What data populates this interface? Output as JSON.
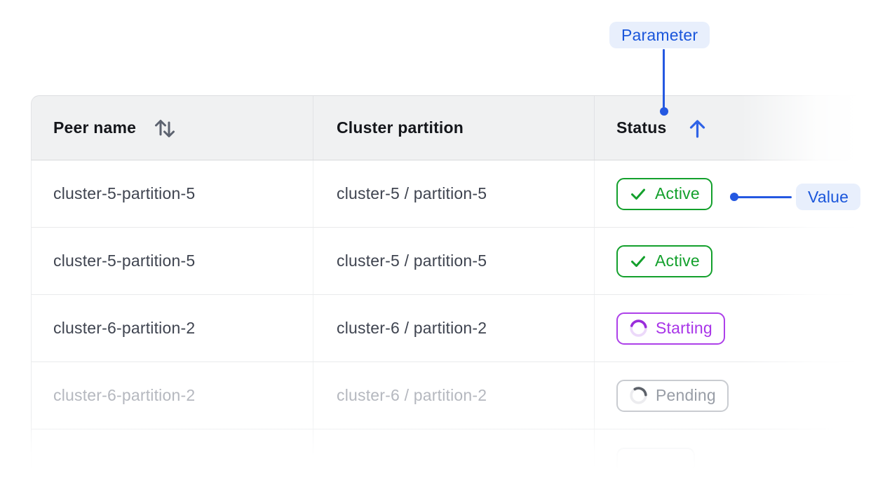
{
  "callouts": {
    "parameter": {
      "label": "Parameter"
    },
    "value": {
      "label": "Value"
    }
  },
  "colors": {
    "accent_blue": "#2458e1",
    "callout_bg": "#e8effc",
    "callout_text": "#1a56db",
    "active_green": "#13a02c",
    "starting_purple": "#a834e8",
    "pending_gray": "#989da6",
    "header_bg": "#f0f1f2"
  },
  "table": {
    "columns": [
      {
        "label": "Peer name",
        "sort_icon": "sort-up-down"
      },
      {
        "label": "Cluster partition",
        "sort_icon": null
      },
      {
        "label": "Status",
        "sort_icon": "sort-up"
      }
    ],
    "rows": [
      {
        "peer_name": "cluster-5-partition-5",
        "cluster_partition": "cluster-5 / partition-5",
        "status": "Active",
        "status_kind": "active",
        "faded": false
      },
      {
        "peer_name": "cluster-5-partition-5",
        "cluster_partition": "cluster-5 / partition-5",
        "status": "Active",
        "status_kind": "active",
        "faded": false
      },
      {
        "peer_name": "cluster-6-partition-2",
        "cluster_partition": "cluster-6 / partition-2",
        "status": "Starting",
        "status_kind": "starting",
        "faded": false
      },
      {
        "peer_name": "cluster-6-partition-2",
        "cluster_partition": "cluster-6 / partition-2",
        "status": "Pending",
        "status_kind": "pending",
        "faded": true
      },
      {
        "peer_name": "",
        "cluster_partition": "",
        "status": "",
        "status_kind": "ghost",
        "faded": true
      }
    ]
  }
}
